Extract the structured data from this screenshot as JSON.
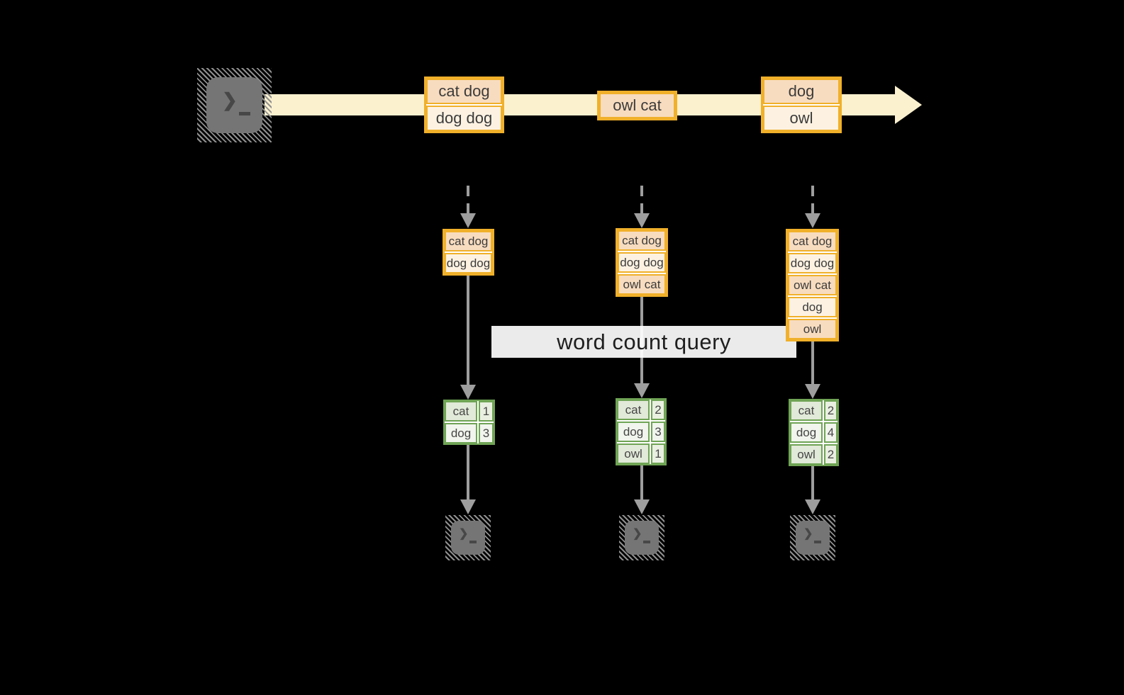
{
  "query_label": "word count query",
  "colors": {
    "background": "#000000",
    "stream_band": "#fbf1cf",
    "record_border": "#f0b02a",
    "record_fill_dark": "#f8dcbf",
    "record_fill_light": "#fdf2e2",
    "table_border": "#6fa455",
    "table_fill_dark": "#e1e9d8",
    "table_fill_light": "#f1f5ed",
    "connector_gray": "#9e9e9e",
    "terminal_gray": "#757575"
  },
  "stream": {
    "source_icon": "terminal-icon",
    "batches": [
      {
        "records": [
          "cat dog",
          "dog dog"
        ]
      },
      {
        "records": [
          "owl cat"
        ]
      },
      {
        "records": [
          "dog",
          "owl"
        ]
      }
    ]
  },
  "states": [
    {
      "records": [
        "cat dog",
        "dog dog"
      ]
    },
    {
      "records": [
        "cat dog",
        "dog dog",
        "owl cat"
      ]
    },
    {
      "records": [
        "cat dog",
        "dog dog",
        "owl cat",
        "dog",
        "owl"
      ]
    }
  ],
  "results": [
    {
      "rows": [
        [
          "cat",
          "1"
        ],
        [
          "dog",
          "3"
        ]
      ]
    },
    {
      "rows": [
        [
          "cat",
          "2"
        ],
        [
          "dog",
          "3"
        ],
        [
          "owl",
          "1"
        ]
      ]
    },
    {
      "rows": [
        [
          "cat",
          "2"
        ],
        [
          "dog",
          "4"
        ],
        [
          "owl",
          "2"
        ]
      ]
    }
  ],
  "sink_icons": [
    "terminal-icon",
    "terminal-icon",
    "terminal-icon"
  ]
}
